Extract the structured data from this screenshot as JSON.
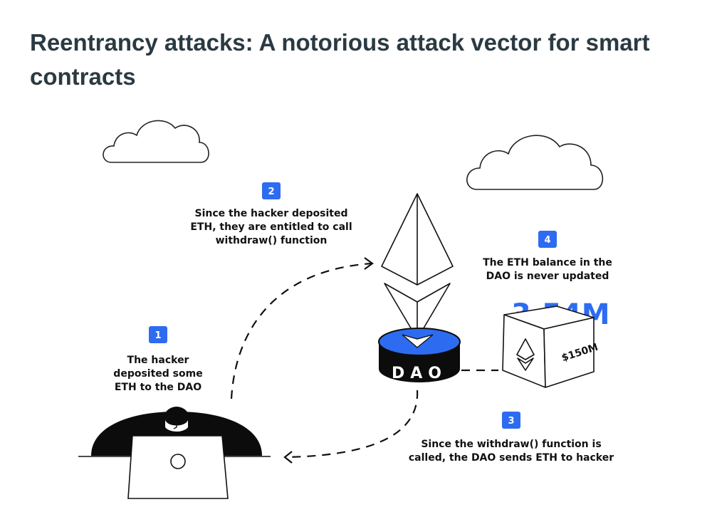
{
  "title": "Reentrancy attacks: A notorious attack vector for smart contracts",
  "steps": [
    {
      "number": "1",
      "lines": [
        "The hacker",
        "deposited some",
        "ETH to the DAO"
      ]
    },
    {
      "number": "2",
      "lines": [
        "Since the hacker deposited",
        "ETH, they are entitled to call",
        "withdraw() function"
      ]
    },
    {
      "number": "3",
      "lines": [
        "Since the withdraw() function is",
        "called, the DAO sends ETH to hacker"
      ]
    },
    {
      "number": "4",
      "lines": [
        "The ETH balance in the",
        "DAO is never updated"
      ]
    }
  ],
  "dao_label": "DAO",
  "box": {
    "big_value": "3.54M",
    "side_value": "$150M"
  },
  "colors": {
    "accent": "#2d6cf0",
    "badge": "#2d6cf0",
    "title": "#2b3a42",
    "ink": "#111111"
  }
}
